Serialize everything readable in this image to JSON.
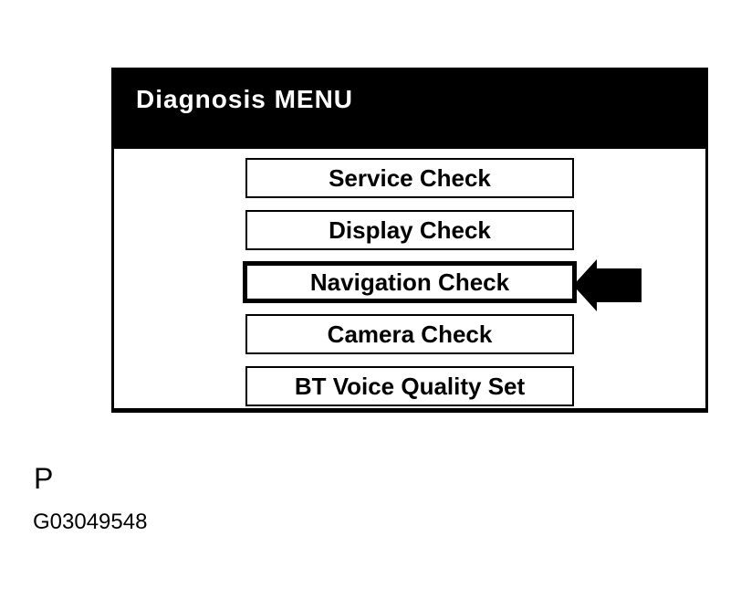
{
  "panel": {
    "header": {
      "title": "Diagnosis MENU"
    },
    "menu_items": [
      {
        "label": "Service Check",
        "selected": false
      },
      {
        "label": "Display Check",
        "selected": false
      },
      {
        "label": "Navigation Check",
        "selected": true
      },
      {
        "label": "Camera Check",
        "selected": false
      },
      {
        "label": "BT Voice Quality Set",
        "selected": false
      }
    ],
    "pointer": {
      "icon": "arrow-left-icon",
      "points_at": "Navigation Check"
    }
  },
  "caption": {
    "page_label": "P",
    "figure_id": "G03049548"
  },
  "colors": {
    "background": "#ffffff",
    "foreground": "#000000",
    "header_bg": "#000000",
    "header_text": "#ffffff",
    "button_bg": "#ffffff",
    "button_border": "#000000",
    "arrow_fill": "#000000"
  }
}
